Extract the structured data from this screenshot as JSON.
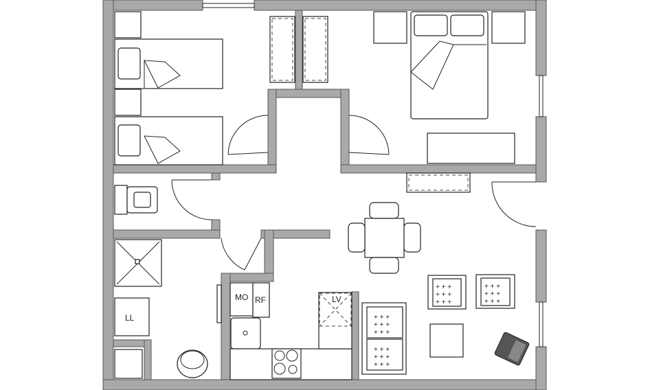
{
  "plan": {
    "labels": {
      "microwave": "MO",
      "refrigerator": "RF",
      "washing_machine": "LL",
      "dishwasher": "LV"
    },
    "colors": {
      "wall": "#a9a9a9",
      "line": "#222222",
      "background": "#ffffff"
    }
  }
}
